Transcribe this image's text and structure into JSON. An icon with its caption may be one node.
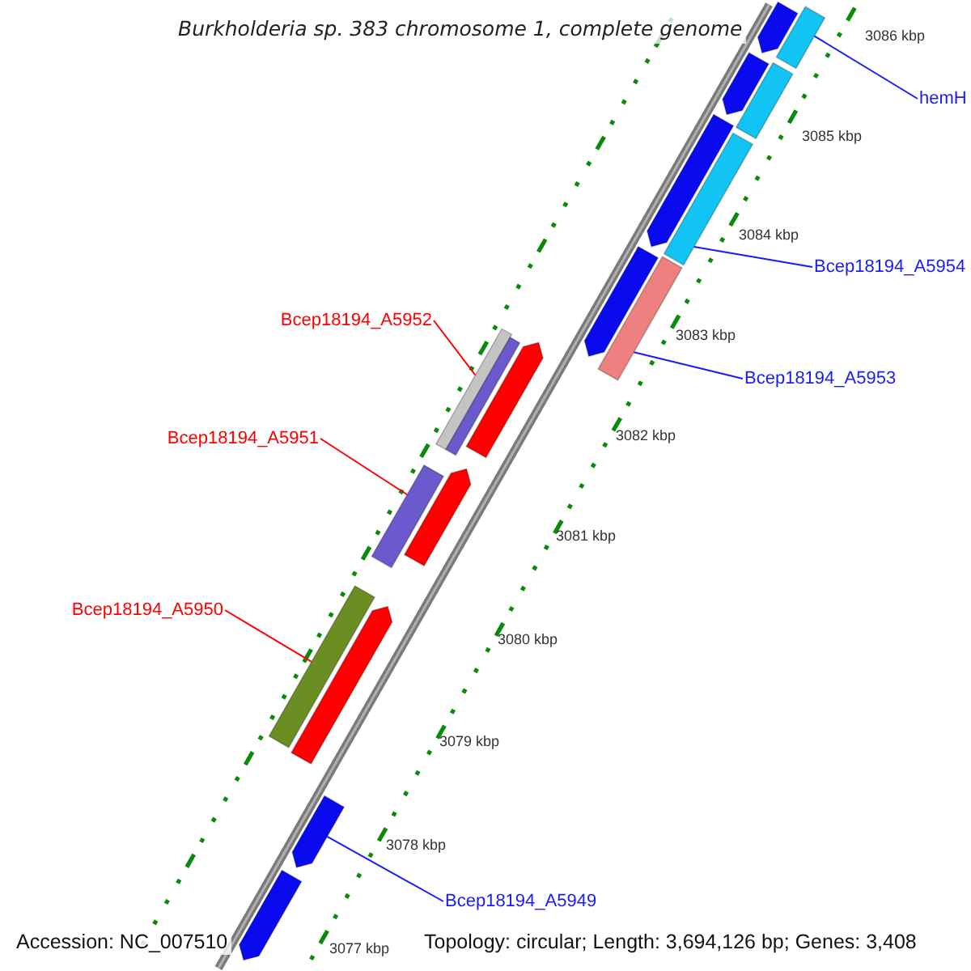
{
  "diagram": {
    "title": "Burkholderia sp. 383 chromosome 1, complete genome",
    "nodes": [
      {
        "text": [
          "hemH"
        ]
      },
      {
        "text": [
          "Bcep18194_A5954"
        ]
      },
      {
        "text": [
          "Bcep18194_A5952"
        ]
      },
      {
        "text": [
          "Bcep18194_A5953"
        ]
      },
      {
        "text": [
          "Bcep18194_A5951"
        ]
      },
      {
        "text": [
          "Bcep18194_A5950"
        ]
      },
      {
        "text": [
          "Bcep18194_A5949"
        ]
      },
      {
        "text": [],
        "shape": "bar"
      },
      {
        "text": [],
        "shape": "bar"
      },
      {
        "text": [],
        "shape": "bar"
      },
      {
        "text": [],
        "shape": "bar"
      },
      {
        "text": [],
        "shape": "bar"
      },
      {
        "text": [],
        "shape": "bar"
      },
      {
        "text": [],
        "shape": "bar"
      },
      {
        "text": [],
        "shape": "bar"
      },
      {
        "text": [],
        "shape": "bar"
      },
      {
        "text": [],
        "shape": "bar"
      },
      {
        "text": [],
        "shape": "bar"
      },
      {
        "text": [],
        "shape": "bar"
      },
      {
        "text": [],
        "shape": "bar"
      },
      {
        "text": [],
        "shape": "bar"
      },
      {
        "text": [],
        "shape": "bar"
      },
      {
        "text": [],
        "shape": "bar"
      },
      {
        "text": [],
        "shape": "bar"
      }
    ],
    "edges": [
      {
        "from": 0,
        "to": 8,
        "arrow": "none"
      },
      {
        "from": 1,
        "to": 12,
        "arrow": "none"
      },
      {
        "from": 2,
        "to": 15,
        "arrow": "none",
        "color": "#ff0000"
      },
      {
        "from": 3,
        "to": 14,
        "arrow": "none"
      },
      {
        "from": 4,
        "to": 19,
        "arrow": "none",
        "color": "#ff0000"
      },
      {
        "from": 5,
        "to": 20,
        "arrow": "none",
        "color": "#ff0000"
      },
      {
        "from": 6,
        "to": 22,
        "arrow": "none"
      }
    ],
    "labels": [
      "3086 kbp",
      "3085 kbp",
      "3084 kbp",
      "3083 kbp",
      "3082 kbp",
      "3081 kbp",
      "3080 kbp",
      "3079 kbp",
      "3078 kbp",
      "3077 kbp",
      "Accession: NC_007510",
      "Topology: circular; Length: 3,694,126 bp; Genes: 3,408"
    ]
  }
}
